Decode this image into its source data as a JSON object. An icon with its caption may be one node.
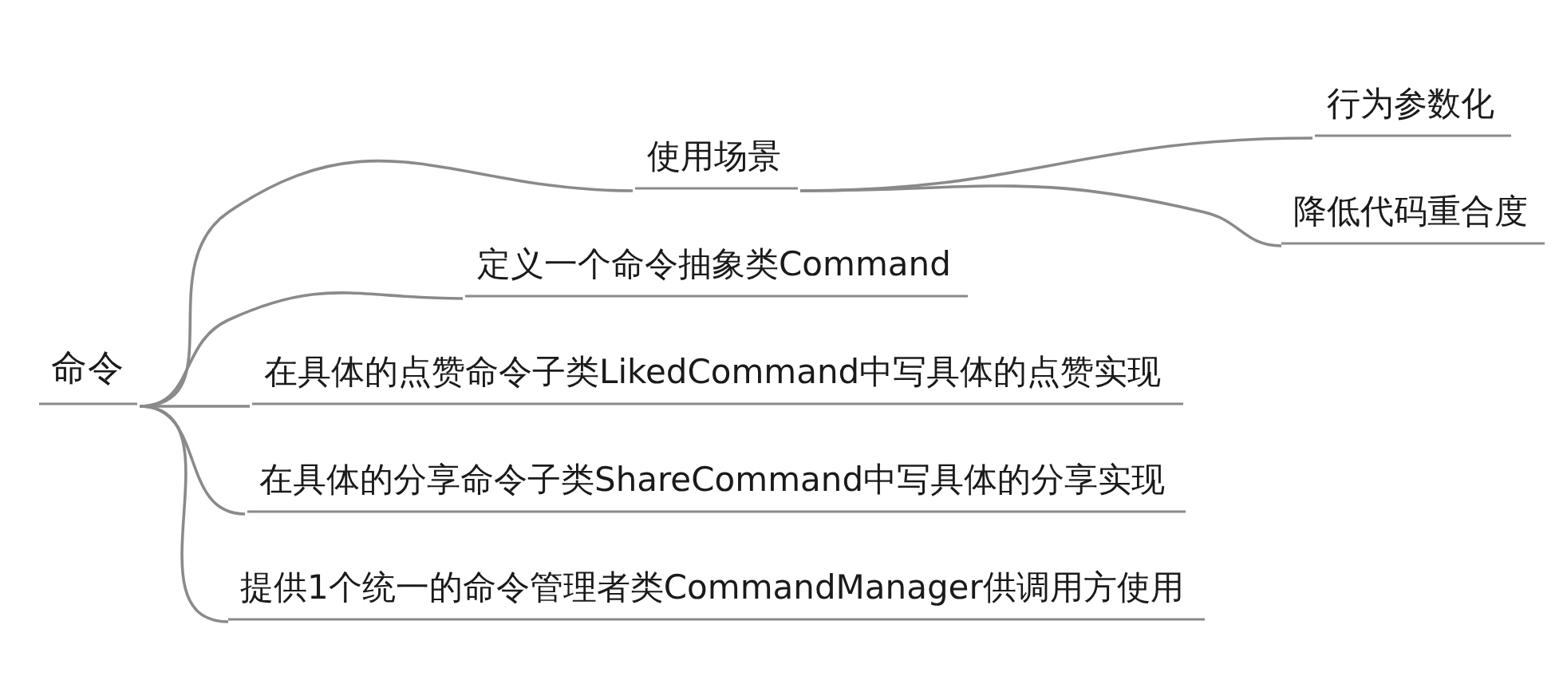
{
  "diagram": {
    "nodes": [
      {
        "text": [
          "命令"
        ]
      },
      {
        "text": [
          "使用场景"
        ]
      },
      {
        "text": [
          "行为参数化"
        ]
      },
      {
        "text": [
          "降低代码重合度"
        ]
      },
      {
        "text": [
          "定义一个命令抽象类Command"
        ]
      },
      {
        "text": [
          "在具体的点赞命令子类LikedCommand中写具体的点赞实现"
        ]
      },
      {
        "text": [
          "在具体的分享命令子类ShareCommand中写具体的分享实现"
        ]
      },
      {
        "text": [
          "提供1个统一的命令管理者类CommandManager供调用方使用"
        ]
      }
    ],
    "edges": [
      {
        "from": 0,
        "to": 1,
        "arrow": "none"
      },
      {
        "from": 1,
        "to": 2,
        "arrow": "none"
      },
      {
        "from": 1,
        "to": 3,
        "arrow": "none"
      },
      {
        "from": 0,
        "to": 4,
        "arrow": "none"
      },
      {
        "from": 0,
        "to": 5,
        "arrow": "none"
      },
      {
        "from": 0,
        "to": 6,
        "arrow": "none"
      },
      {
        "from": 0,
        "to": 7,
        "arrow": "none"
      }
    ]
  }
}
